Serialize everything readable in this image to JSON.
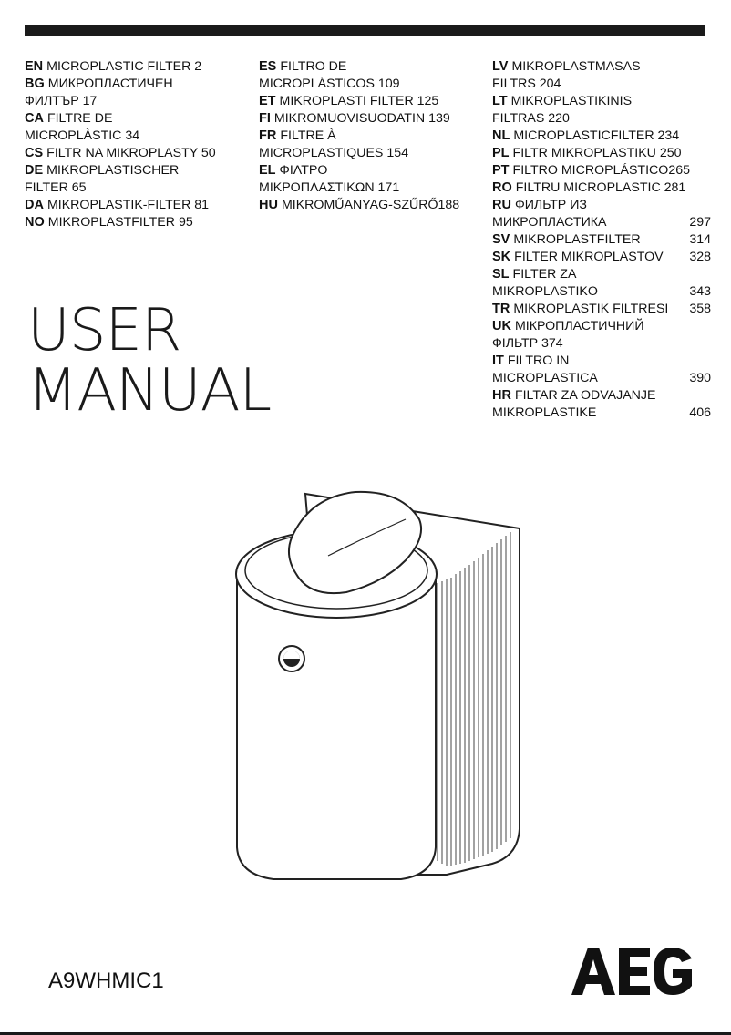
{
  "languages_col1": [
    {
      "code": "EN",
      "lines": [
        "MICROPLASTIC FILTER 2"
      ]
    },
    {
      "code": "BG",
      "lines": [
        "МИКРОПЛАСТИЧЕН",
        "ФИЛТЪР 17"
      ]
    },
    {
      "code": "CA",
      "lines": [
        "FILTRE DE",
        "MICROPLÀSTIC 34"
      ]
    },
    {
      "code": "CS",
      "lines": [
        "FILTR NA MIKROPLASTY 50"
      ]
    },
    {
      "code": "DE",
      "lines": [
        "MIKROPLASTISCHER",
        "FILTER 65"
      ]
    },
    {
      "code": "DA",
      "lines": [
        "MIKROPLASTIK-FILTER 81"
      ]
    },
    {
      "code": "NO",
      "lines": [
        "MIKROPLASTFILTER 95"
      ]
    }
  ],
  "languages_col2": [
    {
      "code": "ES",
      "lines": [
        "FILTRO DE",
        "MICROPLÁSTICOS 109"
      ]
    },
    {
      "code": "ET",
      "lines": [
        "MIKROPLASTI FILTER 125"
      ]
    },
    {
      "code": "FI",
      "lines": [
        "MIKROMUOVISUODATIN 139"
      ]
    },
    {
      "code": "FR",
      "lines": [
        "FILTRE À",
        "MICROPLASTIQUES 154"
      ]
    },
    {
      "code": "EL",
      "lines": [
        "ΦΙΛΤΡΟ",
        "ΜΙΚΡΟΠΛΑΣΤΙΚΩΝ 171"
      ]
    },
    {
      "code": "HU",
      "lines": [
        "MIKROMŰANYAG-SZŰRŐ188"
      ]
    }
  ],
  "languages_col3": [
    {
      "code": "LV",
      "lines": [
        "MIKROPLASTMASAS",
        "FILTRS 204"
      ]
    },
    {
      "code": "LT",
      "lines": [
        "MIKROPLASTIKINIS",
        "FILTRAS 220"
      ]
    },
    {
      "code": "NL",
      "lines": [
        "MICROPLASTICFILTER 234"
      ]
    },
    {
      "code": "PL",
      "lines": [
        "FILTR MIKROPLASTIKU 250"
      ]
    },
    {
      "code": "PT",
      "lines": [
        "FILTRO MICROPLÁSTICO265"
      ]
    },
    {
      "code": "RO",
      "lines": [
        "FILTRU MICROPLASTIC 281"
      ]
    },
    {
      "code": "RU",
      "lines": [
        "ФИЛЬТР ИЗ",
        "МИКРОПЛАСТИКА"
      ],
      "page": "297"
    },
    {
      "code": "SV",
      "lines": [
        "MIKROPLASTFILTER"
      ],
      "page": "314"
    },
    {
      "code": "SK",
      "lines": [
        "FILTER MIKROPLASTOV"
      ],
      "page": "328"
    },
    {
      "code": "SL",
      "lines": [
        "FILTER ZA",
        "MIKROPLASTIKO"
      ],
      "page": "343"
    },
    {
      "code": "TR",
      "lines": [
        "MIKROPLASTIK FILTRESI"
      ],
      "page": "358"
    },
    {
      "code": "UK",
      "lines": [
        "МІКРОПЛАСТИЧНИЙ",
        "ФІЛЬТР 374"
      ]
    },
    {
      "code": "IT",
      "lines": [
        "FILTRO IN",
        "MICROPLASTICA"
      ],
      "page": "390"
    },
    {
      "code": "HR",
      "lines": [
        "FILTAR ZA ODVAJANJE",
        "MIKROPLASTIKE"
      ],
      "page": "406"
    }
  ],
  "title": {
    "line1": "USER",
    "line2": "MANUAL"
  },
  "model": "A9WHMIC1",
  "brand": "AEG"
}
